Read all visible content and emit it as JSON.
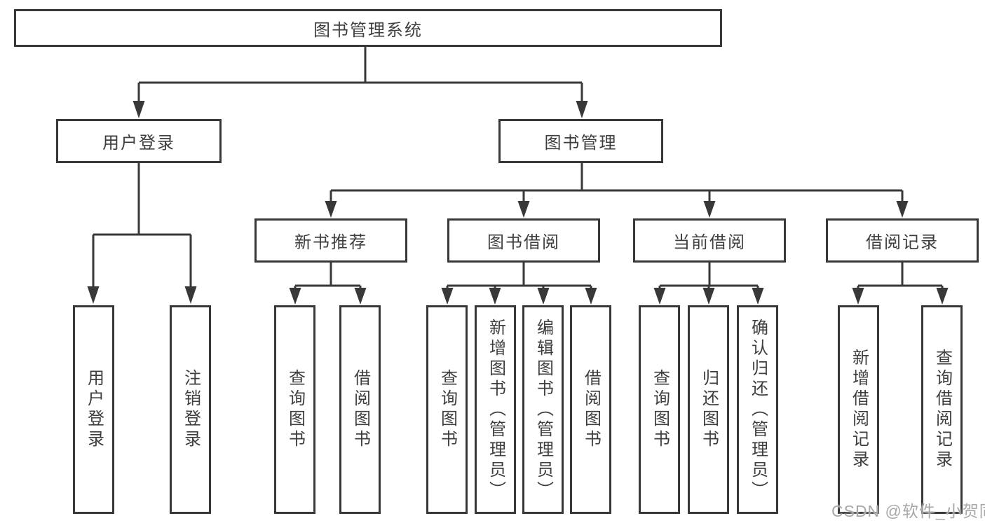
{
  "colors": {
    "line": "#383838",
    "text": "#3e3e3e",
    "watermark": "#a8a8a8",
    "background": "#ffffff"
  },
  "watermark": {
    "text": "CSDN @软件_小贺同学"
  },
  "tree": {
    "root": {
      "label": "图书管理系统"
    },
    "branches": [
      {
        "label": "用户登录",
        "children": [
          {
            "label": "用户登录"
          },
          {
            "label": "注销登录"
          }
        ]
      },
      {
        "label": "图书管理",
        "children": [
          {
            "label": "新书推荐",
            "children": [
              {
                "label": "查询图书"
              },
              {
                "label": "借阅图书"
              }
            ]
          },
          {
            "label": "图书借阅",
            "children": [
              {
                "label": "查询图书"
              },
              {
                "label": "新增图书（管理员）"
              },
              {
                "label": "编辑图书（管理员）"
              },
              {
                "label": "借阅图书"
              }
            ]
          },
          {
            "label": "当前借阅",
            "children": [
              {
                "label": "查询图书"
              },
              {
                "label": "归还图书"
              },
              {
                "label": "确认归还（管理员）"
              }
            ]
          },
          {
            "label": "借阅记录",
            "children": [
              {
                "label": "新增借阅记录"
              },
              {
                "label": "查询借阅记录"
              }
            ]
          }
        ]
      }
    ]
  }
}
